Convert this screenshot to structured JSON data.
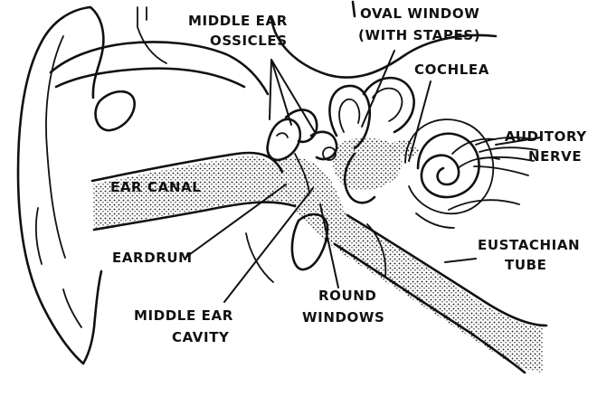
{
  "labels": {
    "middle_ear_ossicles_1": "MIDDLE EAR",
    "middle_ear_ossicles_2": "OSSICLES",
    "oval_window_1": "OVAL WINDOW",
    "oval_window_2": "(WITH STAPES)",
    "cochlea": "COCHLEA",
    "auditory_nerve_1": "AUDITORY",
    "auditory_nerve_2": "NERVE",
    "ear_canal": "EAR CANAL",
    "eardrum": "EARDRUM",
    "eustachian_tube_1": "EUSTACHIAN",
    "eustachian_tube_2": "TUBE",
    "round_windows_1": "ROUND",
    "round_windows_2": "WINDOWS",
    "middle_ear_cavity_1": "MIDDLE EAR",
    "middle_ear_cavity_2": "CAVITY"
  }
}
